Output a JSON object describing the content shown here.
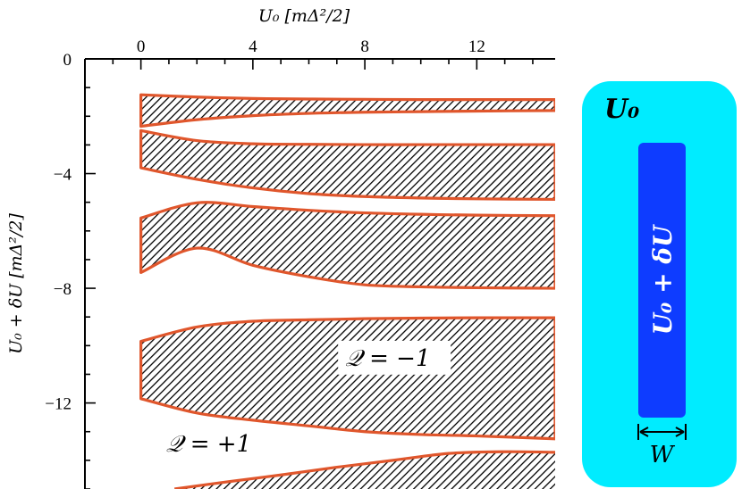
{
  "chart_data": {
    "type": "area",
    "xlabel": "U₀  [mΔ²/2]",
    "ylabel": "U₀ + δU  [mΔ²/2]",
    "x_ticks": [
      "0",
      "4",
      "8",
      "12"
    ],
    "y_ticks": [
      "0",
      "−4",
      "−8",
      "−12"
    ],
    "xlim": [
      -2,
      14.8
    ],
    "ylim": [
      -15,
      0
    ],
    "x_top_axis": true,
    "grid": false,
    "edge_color": "#e0562c",
    "hatch": "diagonal",
    "bands": [
      {
        "u0": [
          0,
          2,
          4,
          6,
          8,
          10,
          12,
          14.8
        ],
        "upper": [
          -1.25,
          -1.33,
          -1.38,
          -1.4,
          -1.41,
          -1.42,
          -1.42,
          -1.42
        ],
        "lower": [
          -2.35,
          -2.12,
          -1.98,
          -1.9,
          -1.86,
          -1.84,
          -1.82,
          -1.8
        ]
      },
      {
        "u0": [
          0,
          2,
          4,
          6,
          8,
          10,
          12,
          14.8
        ],
        "upper": [
          -2.5,
          -2.85,
          -2.96,
          -2.98,
          -2.99,
          -2.99,
          -2.99,
          -2.99
        ],
        "lower": [
          -3.8,
          -4.2,
          -4.5,
          -4.7,
          -4.8,
          -4.85,
          -4.88,
          -4.9
        ]
      },
      {
        "u0": [
          0,
          2,
          4,
          6,
          8,
          10,
          12,
          14.8
        ],
        "upper": [
          -5.55,
          -5.02,
          -5.15,
          -5.28,
          -5.37,
          -5.42,
          -5.45,
          -5.47
        ],
        "lower": [
          -7.45,
          -6.6,
          -7.2,
          -7.6,
          -7.88,
          -7.95,
          -7.98,
          -8.0
        ]
      },
      {
        "u0": [
          0,
          2,
          4,
          6,
          8,
          10,
          12,
          14.8
        ],
        "upper": [
          -9.85,
          -9.35,
          -9.15,
          -9.1,
          -9.06,
          -9.04,
          -9.03,
          -9.03
        ],
        "lower": [
          -11.85,
          -12.35,
          -12.6,
          -12.8,
          -13.0,
          -13.1,
          -13.15,
          -13.25
        ]
      },
      {
        "u0": [
          1.2,
          3,
          5,
          7,
          9,
          11,
          13,
          14.8
        ],
        "upper": [
          -15.0,
          -14.76,
          -14.51,
          -14.24,
          -14.0,
          -13.76,
          -13.7,
          -13.72
        ],
        "lower": [
          -15.0,
          -15.0,
          -15.0,
          -15.0,
          -15.0,
          -15.0,
          -15.0,
          -15.0
        ]
      }
    ],
    "annotations": [
      {
        "text": "𝒬 = −1",
        "x": 7.3,
        "y": -10.7
      },
      {
        "text": "𝒬 = +1",
        "x": 0.9,
        "y": -13.7
      }
    ]
  },
  "inset": {
    "title": "U₀",
    "strip_label": "U₀ + δU",
    "width_label": "W",
    "outer_color": "#00ecff",
    "strip_color": "#0e3cff"
  }
}
